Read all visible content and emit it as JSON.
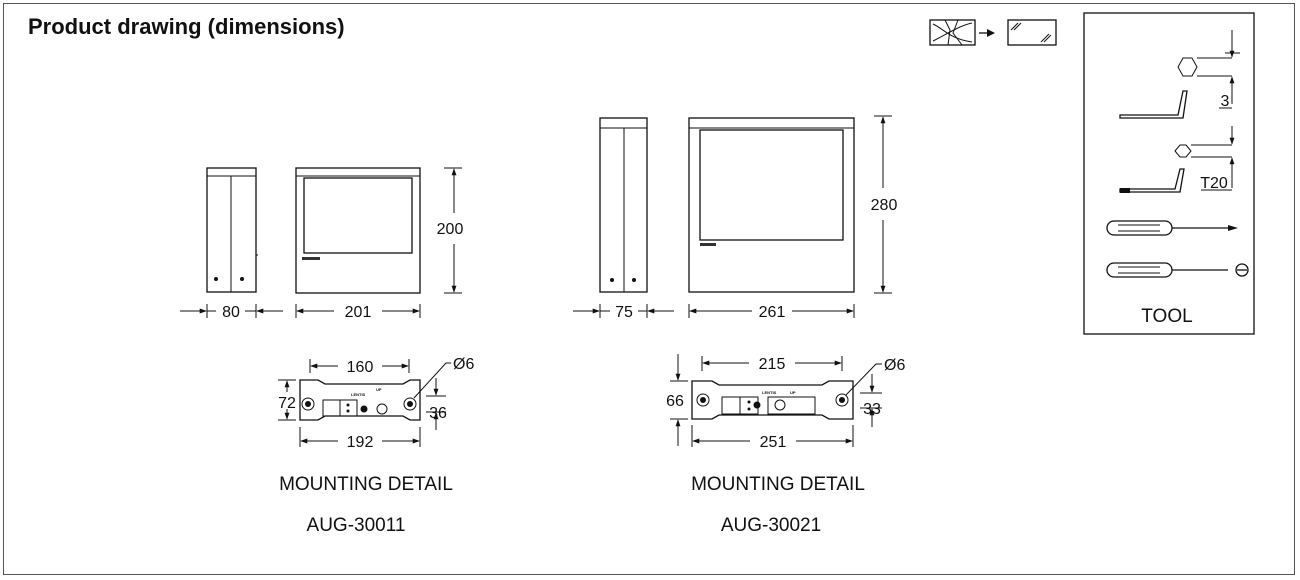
{
  "title": "Product drawing (dimensions)",
  "tool_box": {
    "label": "TOOL",
    "hex_key_size": "3",
    "torx_size": "T20"
  },
  "models": [
    {
      "dims": {
        "side_width": "80",
        "front_width": "201",
        "height": "200"
      },
      "mounting": {
        "top": "160",
        "bottom": "192",
        "left_height": "72",
        "right_height": "36",
        "hole": "Ø6"
      },
      "caption": "MOUNTING DETAIL",
      "code": "AUG-30011"
    },
    {
      "dims": {
        "side_width": "75",
        "front_width": "261",
        "height": "280"
      },
      "mounting": {
        "top": "215",
        "bottom": "251",
        "left_height": "66",
        "right_height": "33",
        "hole": "Ø6"
      },
      "caption": "MOUNTING DETAIL",
      "code": "AUG-30021"
    }
  ]
}
